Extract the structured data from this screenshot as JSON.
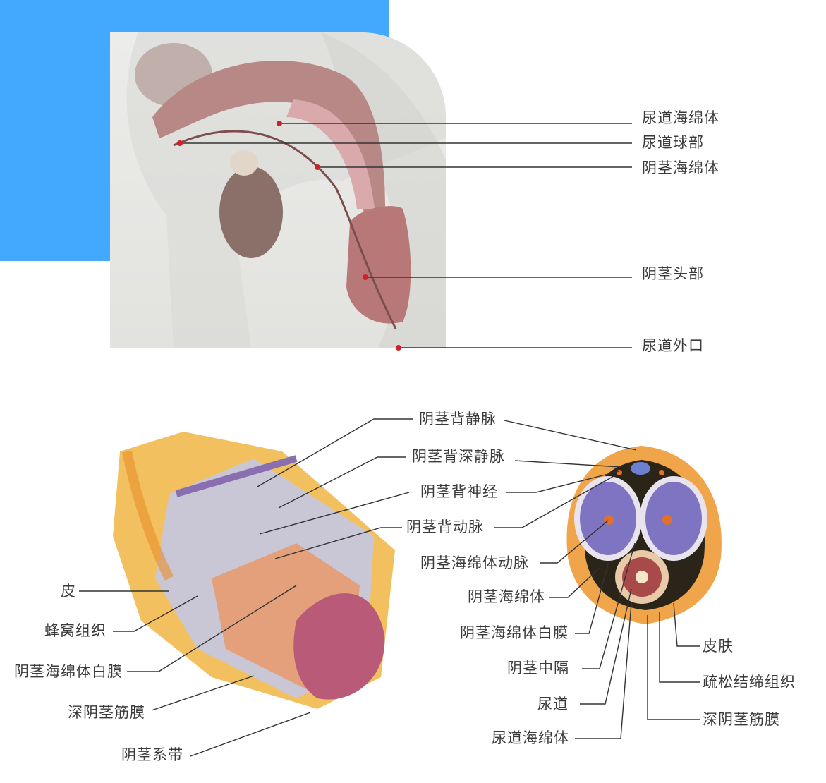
{
  "top_diagram": {
    "labels": [
      "尿道海绵体",
      "尿道球部",
      "阴茎海绵体",
      "阴茎头部",
      "尿道外口"
    ]
  },
  "bottom_left": {
    "labels": [
      "皮",
      "蜂窝组织",
      "阴茎海绵体白膜",
      "深阴茎筋膜",
      "阴茎系带"
    ]
  },
  "bottom_right": {
    "labels_top": [
      "阴茎背静脉",
      "阴茎背深静脉",
      "阴茎背神经",
      "阴茎背动脉",
      "阴茎海绵体动脉"
    ],
    "labels_left": [
      "阴茎海绵体",
      "阴茎海绵体白膜",
      "阴茎中隔",
      "尿道",
      "尿道海绵体"
    ],
    "labels_right": [
      "皮肤",
      "疏松结缔组织",
      "深阴茎筋膜"
    ]
  },
  "colors": {
    "accent_blue": "#42a9ff",
    "leader_line": "#333333",
    "marker_dot": "#d0202a"
  }
}
